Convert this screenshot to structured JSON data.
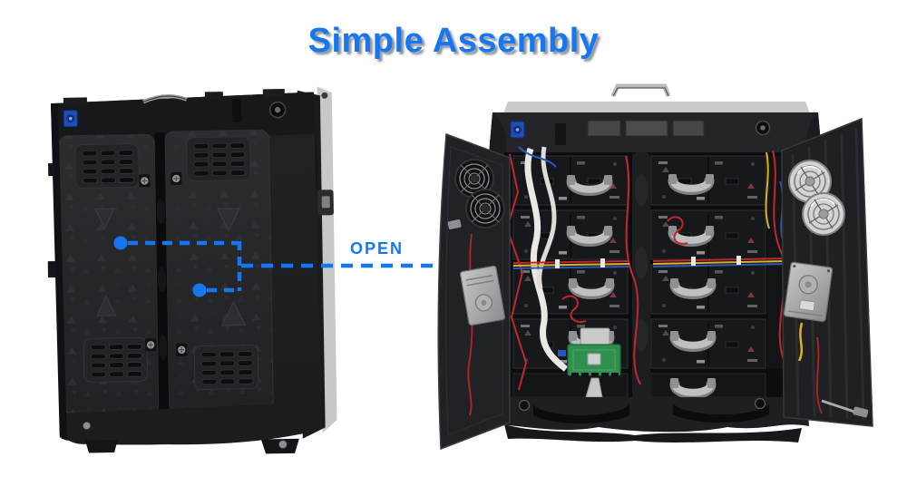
{
  "title": {
    "text": "Simple Assembly"
  },
  "annotations": {
    "open_label": "OPEN",
    "latch_points": 2
  },
  "colors": {
    "title_blue": "#1877ee",
    "accent_blue": "#1577f0",
    "background": "#ffffff",
    "cabinet_dark": "#202125",
    "silver_edge": "#c7c8ca",
    "pcb_green": "#2f8f4e",
    "wire_red": "#c1272d",
    "wire_yellow": "#ddb31e",
    "ribbon_white": "#eae8e4"
  },
  "scene": {
    "left_cabinet": {
      "description": "LED display cabinet rear view, doors closed"
    },
    "right_cabinet": {
      "description": "LED display cabinet rear view, doors opened showing LED modules, wiring, power supplies, cooling fans and receiving card"
    }
  }
}
